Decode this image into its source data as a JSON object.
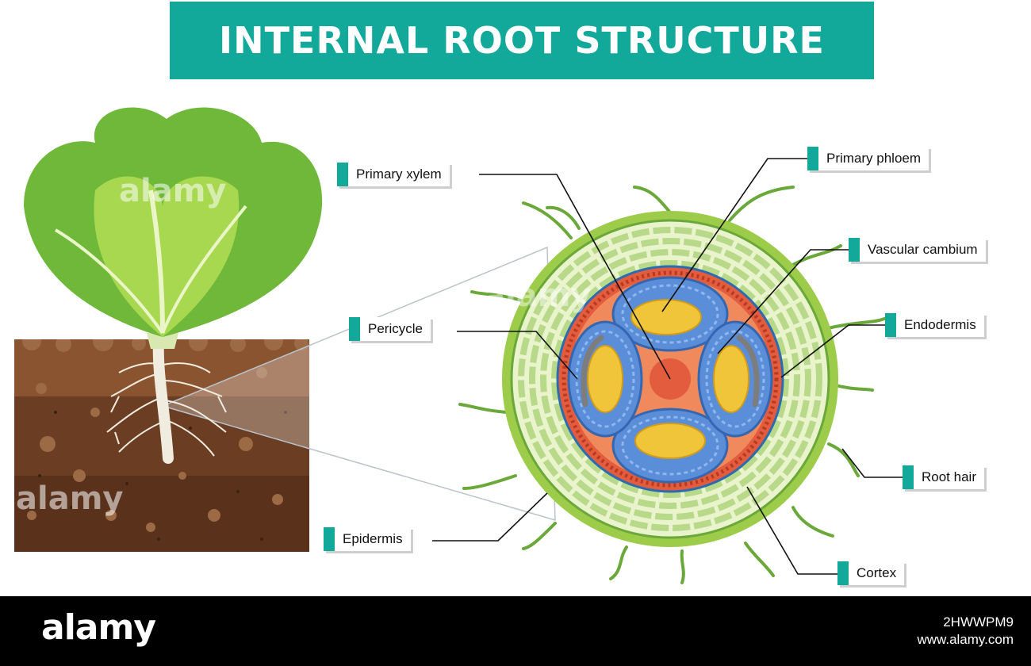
{
  "title": "INTERNAL ROOT STRUCTURE",
  "labels": {
    "primary_xylem": "Primary xylem",
    "primary_phloem": "Primary phloem",
    "vascular_cambium": "Vascular cambium",
    "endodermis": "Endodermis",
    "pericycle": "Pericycle",
    "root_hair": "Root hair",
    "epidermis": "Epidermis",
    "cortex": "Cortex"
  },
  "watermarks": [
    "alamy",
    "alamy",
    "alamy"
  ],
  "footer": {
    "logo": "alamy",
    "image_id": "2HWWPM9",
    "url": "www.alamy.com"
  },
  "colors": {
    "accent": "#12a89a",
    "soil": "#6b3d22",
    "leaf": "#6fb83a",
    "epidermis": "#9ccc4a",
    "cortex": "#e9f3cc",
    "vascular": "#e25c3d",
    "phloem": "#5b8ed8",
    "xylem": "#f0c53a"
  }
}
